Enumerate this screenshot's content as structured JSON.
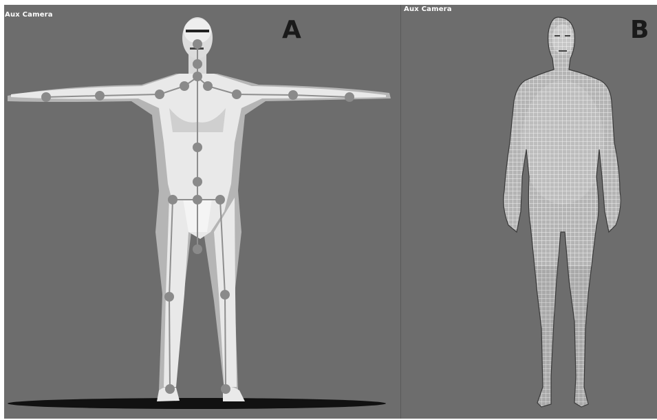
{
  "viewports": {
    "a": {
      "camera_label": "Aux Camera",
      "panel_letter": "A",
      "content": "rigged human figure with skeleton joints in T-pose"
    },
    "b": {
      "camera_label": "Aux Camera",
      "panel_letter": "B",
      "content": "wireframe mesh human figure standing"
    }
  },
  "colors": {
    "viewport_background": "#6d6d6d",
    "skin_light": "#e9e9e9",
    "skin_shadow": "#b5b5b5",
    "joint": "#8a8a8a",
    "bone": "#8e8e8e",
    "ground_shadow": "#111111",
    "mesh_base": "#b8b8b8",
    "mesh_line": "#f0f0f0"
  }
}
